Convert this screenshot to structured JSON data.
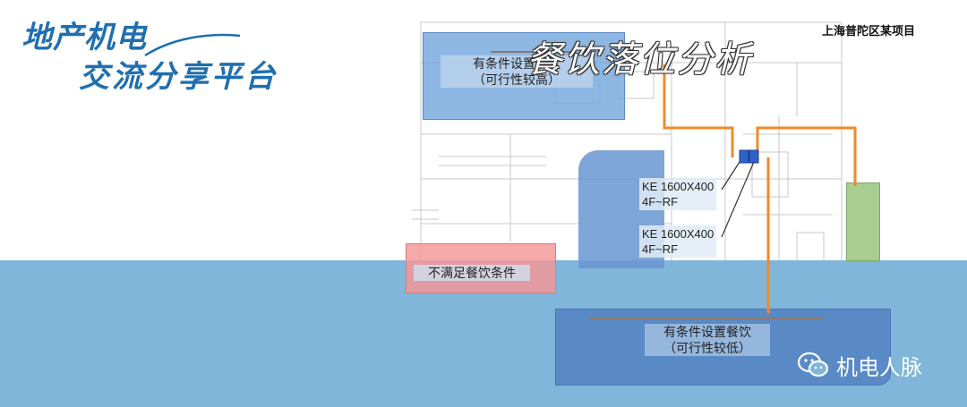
{
  "logo": {
    "line1": "地产机电",
    "line2": "交流分享平台"
  },
  "project_name": "上海普陀区某项目",
  "slide_title": "餐饮落位分析",
  "zones": {
    "high": {
      "line1": "有条件设置餐饮",
      "line2": "（可行性较高）"
    },
    "low": {
      "line1": "有条件设置餐饮",
      "line2": "（可行性较低）"
    },
    "unsuitable": {
      "label": "不满足餐饮条件"
    }
  },
  "ducts": [
    {
      "size": "KE 1600X400",
      "floors": "4F~RF"
    },
    {
      "size": "KE 1600X400",
      "floors": "4F~RF"
    }
  ],
  "watermark": {
    "icon": "wechat-icon",
    "text": "机电人脉"
  },
  "colors": {
    "band": "#7fb6d9",
    "exhaust_route": "#f08a2a",
    "zone_high": "#73a5dc",
    "zone_low": "#4b78be",
    "zone_unsuitable": "#f59696",
    "logo": "#1f6fb0"
  }
}
